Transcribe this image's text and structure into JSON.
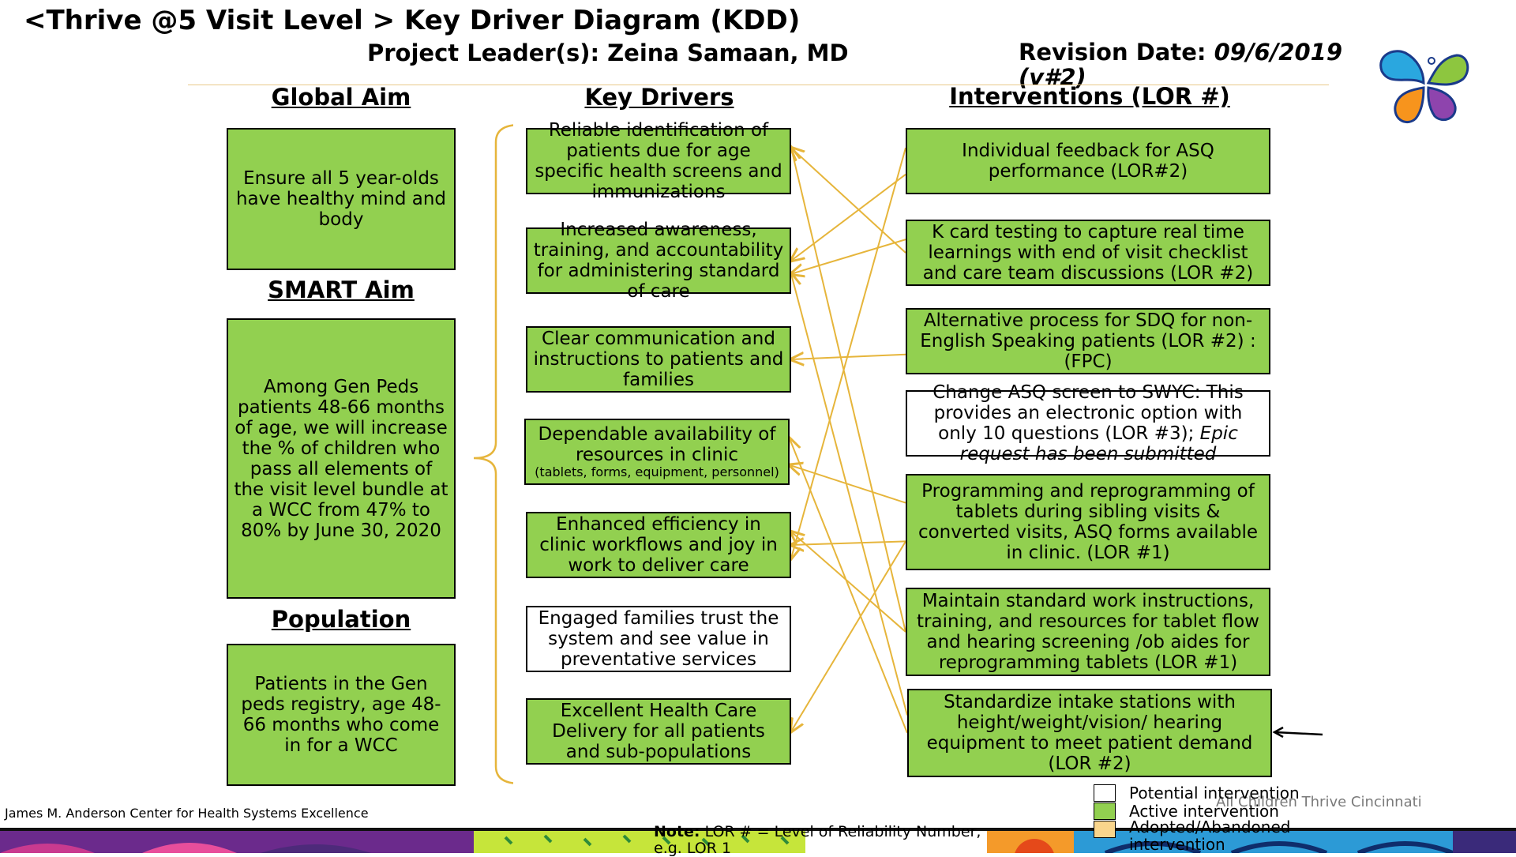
{
  "header": {
    "title": "<Thrive @5 Visit Level > Key Driver Diagram (KDD)",
    "project_leader": "Project Leader(s): Zeina Samaan, MD",
    "revision_label": "Revision Date:",
    "revision_date": "09/6/2019",
    "revision_version": "(v#2)"
  },
  "columns": {
    "global_aim": "Global Aim",
    "smart_aim": "SMART Aim",
    "population": "Population",
    "key_drivers": "Key Drivers",
    "interventions": "Interventions (LOR #)"
  },
  "aims": {
    "global_aim_text": "Ensure all 5 year-olds have healthy mind and body",
    "smart_aim_text": "Among Gen Peds patients 48-66 months of age, we will increase the % of children who pass all elements of the visit level bundle at a WCC from 47% to 80% by June 30, 2020",
    "population_text": "Patients in the Gen peds registry, age 48-66 months who come in for a WCC"
  },
  "drivers": [
    {
      "text": "Reliable identification of patients due for age specific health screens and immunizations",
      "status": "active"
    },
    {
      "text": "Increased awareness, training, and  accountability for administering standard of care",
      "status": "active"
    },
    {
      "text": "Clear communication and instructions to patients and families",
      "status": "active"
    },
    {
      "text": "Dependable availability of resources in clinic",
      "subtext": "(tablets, forms, equipment, personnel)",
      "status": "active"
    },
    {
      "text": "Enhanced efficiency in clinic workflows and joy in work to deliver care",
      "status": "active"
    },
    {
      "text": "Engaged families trust the system and see value in preventative services",
      "status": "potential"
    },
    {
      "text": "Excellent Health Care Delivery for all patients and sub-populations",
      "status": "active"
    }
  ],
  "interventions": [
    {
      "text": "Individual feedback for ASQ performance (LOR#2)",
      "status": "active"
    },
    {
      "text": "K card testing to capture real time learnings with end of visit checklist and care team discussions  (LOR #2)",
      "status": "active"
    },
    {
      "text": "Alternative process for SDQ for non-English Speaking patients (LOR #2) : (FPC)",
      "status": "active"
    },
    {
      "text": "Change ASQ screen to SWYC: This provides an electronic option with only 10 questions (LOR #3);",
      "italic": "Epic request has been submitted",
      "status": "potential"
    },
    {
      "text": "Programming and reprogramming of tablets during sibling visits & converted visits, ASQ forms available in clinic. (LOR #1)",
      "status": "active"
    },
    {
      "text": "Maintain standard work instructions, training,  and resources for tablet flow and hearing screening /ob aides for reprogramming tablets (LOR #1)",
      "status": "active"
    },
    {
      "text": "Standardize intake stations with height/weight/vision/ hearing equipment to meet patient demand (LOR #2)",
      "status": "active"
    }
  ],
  "links": [
    [
      0,
      1
    ],
    [
      1,
      0
    ],
    [
      1,
      1
    ],
    [
      0,
      5
    ],
    [
      2,
      2
    ],
    [
      3,
      4
    ],
    [
      3,
      6
    ],
    [
      4,
      4
    ],
    [
      4,
      0
    ],
    [
      4,
      5
    ],
    [
      6,
      4
    ],
    [
      1,
      6
    ]
  ],
  "legend": {
    "potential": "Potential intervention",
    "active": "Active intervention",
    "adopted": "Adopted/Abandoned intervention"
  },
  "footer": {
    "org": "James M. Anderson Center for Health Systems Excellence",
    "note_bold": "Note:",
    "note_text": "LOR # = Level of Reliability Number, e.g. LOR 1",
    "watermark": "All Children Thrive Cincinnati"
  },
  "colors": {
    "active": "#92d050",
    "potential": "#ffffff",
    "adopted": "#f9d58c",
    "connector": "#e6b53b"
  }
}
